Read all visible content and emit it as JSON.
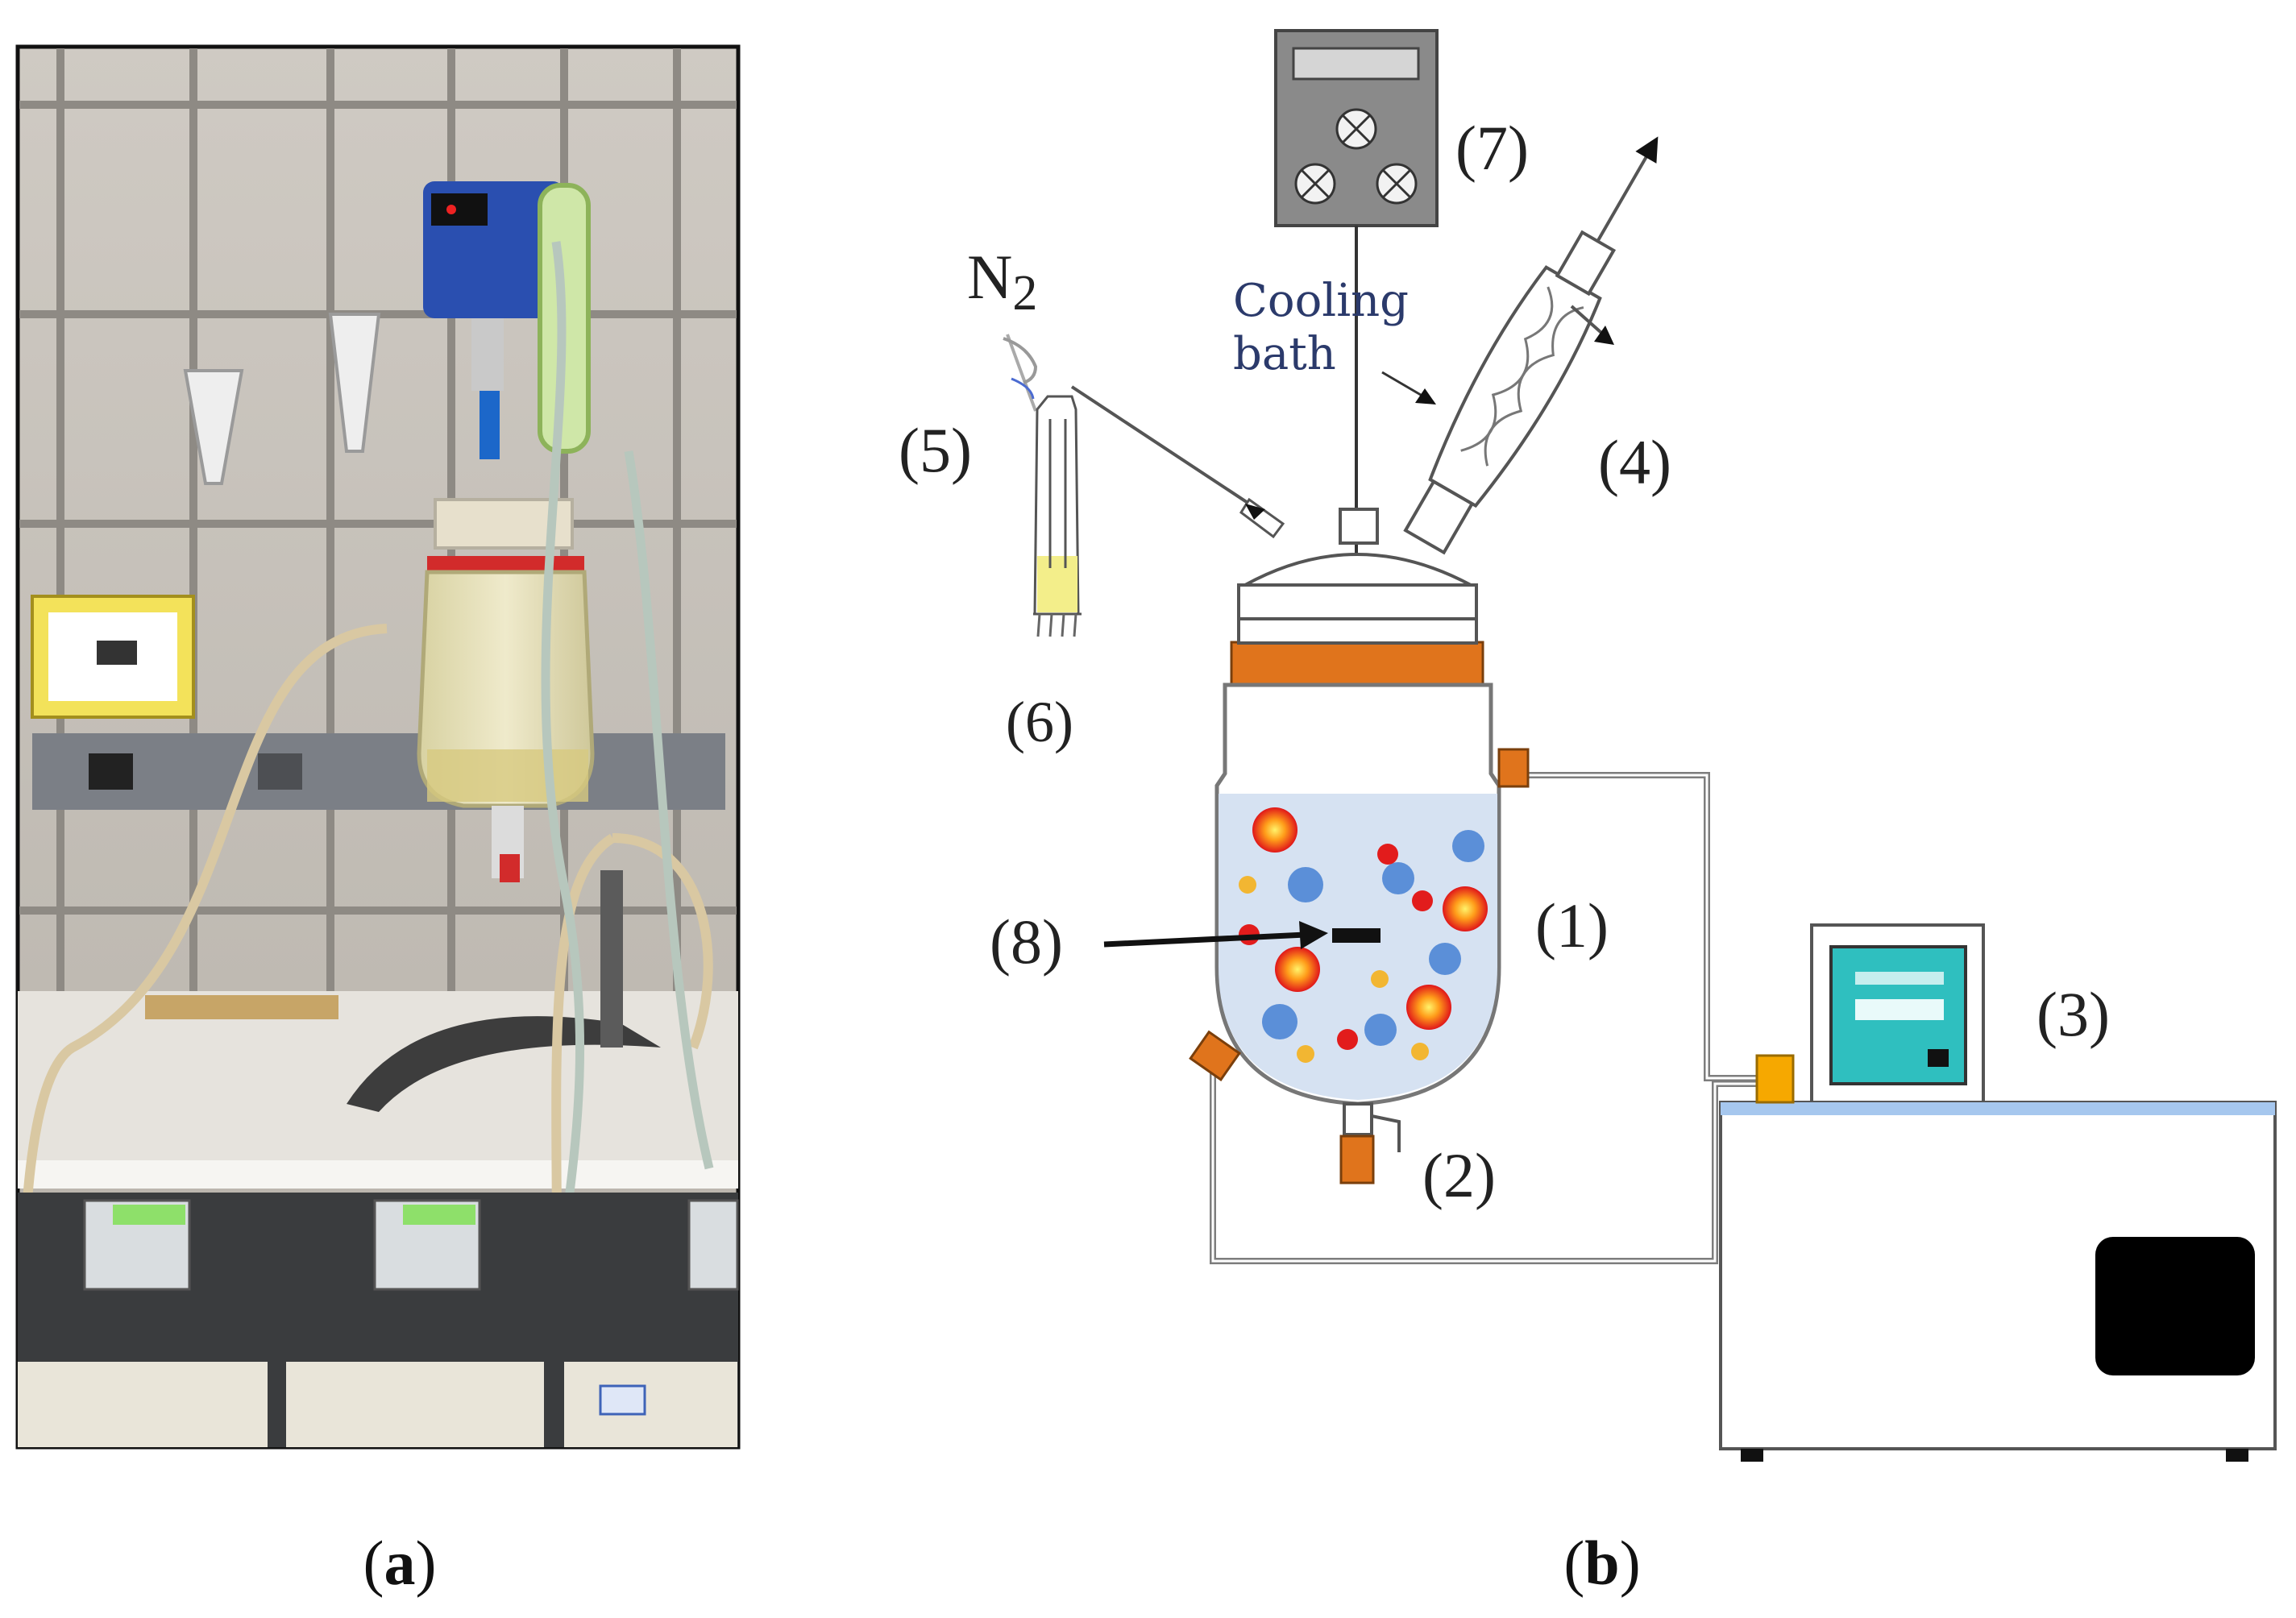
{
  "panel_a": {
    "caption_open": "(",
    "caption_letter": "a",
    "caption_close": ")"
  },
  "panel_b": {
    "caption_open": "(",
    "caption_letter": "b",
    "caption_close": ")",
    "labels": {
      "reactor": "(1)",
      "drain_valve": "(2)",
      "thermostatic_bath": "(3)",
      "condenser": "(4)",
      "gas_inlet": "(5)",
      "bubbler": "(6)",
      "stirrer_controller": "(7)",
      "stir_bar": "(8)",
      "nitrogen_base": "N",
      "nitrogen_subscript": "2",
      "cooling_line1": "Cooling",
      "cooling_line2": "bath"
    }
  },
  "colors": {
    "orange_fitting": "#e0741c",
    "liquid": "#d6e2f2",
    "bath_screen": "#2fbfbf",
    "bubbler_liquid": "#f3ee8a",
    "red_particle": "#e21c1c",
    "blue_particle": "#5b8fd8",
    "yellow_particle": "#f2b632",
    "controller_gray": "#8a8a8a"
  }
}
